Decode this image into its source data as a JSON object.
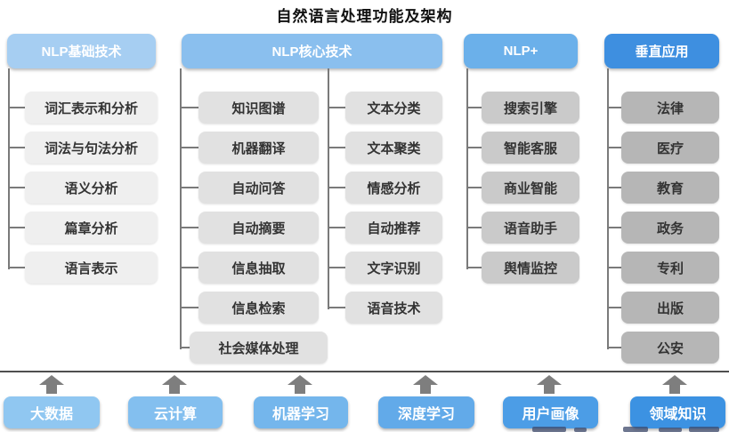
{
  "title": "自然语言处理功能及架构",
  "colors": {
    "col1_header": "#a6cef2",
    "col2_header": "#8abfee",
    "col3_header": "#6bb0ea",
    "col4_header": "#3e8fe0",
    "col1_item": "#efefef",
    "col2_item": "#e1e1e1",
    "col3_item": "#cacaca",
    "col4_item": "#b6b6b6",
    "connector": "#7a7a7a"
  },
  "columns": [
    {
      "header": "NLP基础技术",
      "items": [
        "词汇表示和分析",
        "词法与句法分析",
        "语义分析",
        "篇章分析",
        "语言表示"
      ]
    },
    {
      "header": "NLP核心技术",
      "items_left": [
        "知识图谱",
        "机器翻译",
        "自动问答",
        "自动摘要",
        "信息抽取",
        "信息检索",
        "社会媒体处理"
      ],
      "items_right": [
        "文本分类",
        "文本聚类",
        "情感分析",
        "自动推荐",
        "文字识别",
        "语音技术"
      ]
    },
    {
      "header": "NLP+",
      "items": [
        "搜索引擎",
        "智能客服",
        "商业智能",
        "语音助手",
        "舆情监控"
      ]
    },
    {
      "header": "垂直应用",
      "items": [
        "法律",
        "医疗",
        "教育",
        "政务",
        "专利",
        "出版",
        "公安"
      ]
    }
  ],
  "foundation": [
    {
      "label": "大数据",
      "color": "#90c7f1"
    },
    {
      "label": "云计算",
      "color": "#83bfef"
    },
    {
      "label": "机器学习",
      "color": "#74b6ec"
    },
    {
      "label": "深度学习",
      "color": "#62aae9"
    },
    {
      "label": "用户画像",
      "color": "#4c9de6"
    },
    {
      "label": "领域知识",
      "color": "#3c92e2"
    }
  ],
  "icons": {
    "up_arrow": "block-arrow-up-icon"
  }
}
